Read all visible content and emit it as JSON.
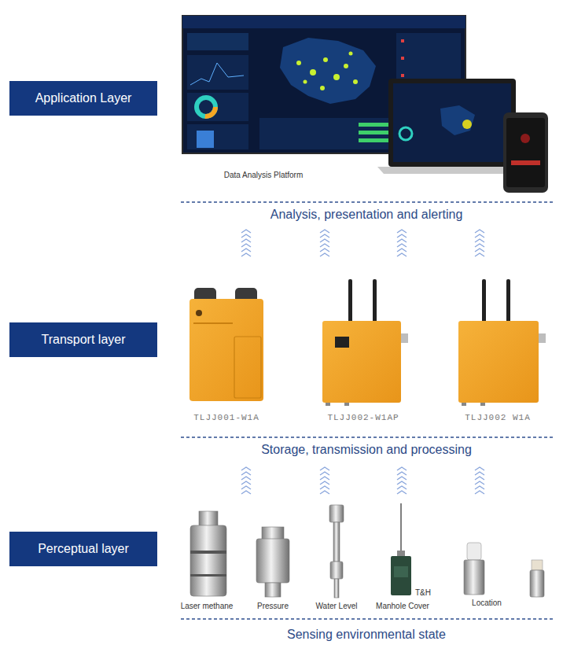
{
  "diagram": {
    "nodes": [
      {
        "text": [
          "Application Layer"
        ]
      },
      {
        "text": [
          "Transport layer"
        ]
      },
      {
        "text": [
          "Perceptual layer"
        ]
      }
    ],
    "labels": [
      "Data Analysis Platform",
      "Analysis, presentation and alerting",
      "TLJJ001-W1A",
      "TLJJ002-W1AP",
      "TLJJ002 W1A",
      "Storage, transmission and processing",
      "Laser methane",
      "Pressure",
      "Water Level",
      "Manhole Cover",
      "T&H",
      "Location",
      "Sensing environmental state"
    ]
  }
}
